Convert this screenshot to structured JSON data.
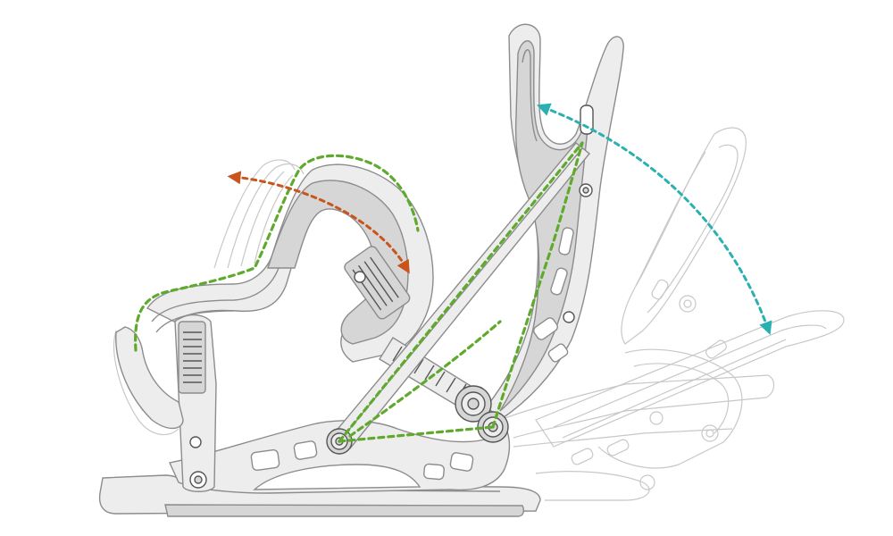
{
  "diagram": {
    "subject": "snowboard-binding",
    "palette": {
      "outline": "#8c8c8c",
      "outline_dark": "#555555",
      "ghost": "#c8c8c8",
      "fill": "#ededed",
      "fill_dark": "#d6d6d6",
      "green_path": "#5faa2c",
      "orange_arrow": "#c9541c",
      "teal_arrow": "#2ab0b0"
    },
    "motion_paths": [
      {
        "id": "strap-swing",
        "color_key": "orange_arrow",
        "style": "dashed-double-arrow"
      },
      {
        "id": "highback-recline",
        "color_key": "teal_arrow",
        "style": "dashed-double-arrow"
      },
      {
        "id": "linkage-outline",
        "color_key": "green_path",
        "style": "dashed"
      }
    ]
  }
}
